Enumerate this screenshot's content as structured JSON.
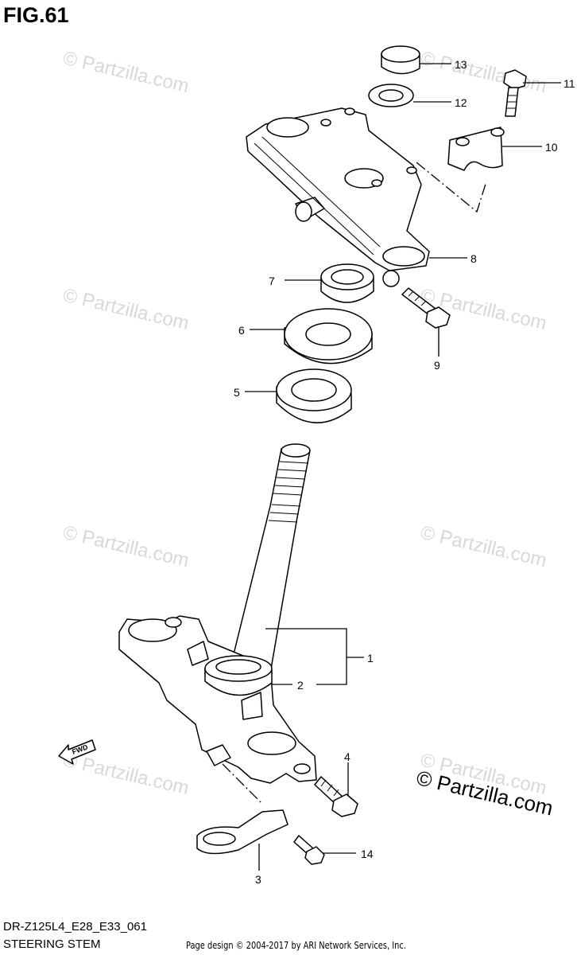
{
  "figure": {
    "title": "FIG.61"
  },
  "watermarks": [
    "© Partzilla.com",
    "© Partzilla.com",
    "© Partzilla.com",
    "© Partzilla.com",
    "© Partzilla.com",
    "© Partzilla.com",
    "© Partzilla.com",
    "© Partzilla.com"
  ],
  "copyright_mark": "© Partzilla.com",
  "callouts": [
    "13",
    "11",
    "12",
    "10",
    "8",
    "7",
    "9",
    "6",
    "5",
    "1",
    "2",
    "4",
    "14",
    "3"
  ],
  "fwd_badge": "FWD",
  "footer": {
    "model_code": "DR-Z125L4_E28_E33_061",
    "section_name": "STEERING STEM",
    "page_credit": "Page design © 2004-2017 by ARI Network Services, Inc."
  }
}
